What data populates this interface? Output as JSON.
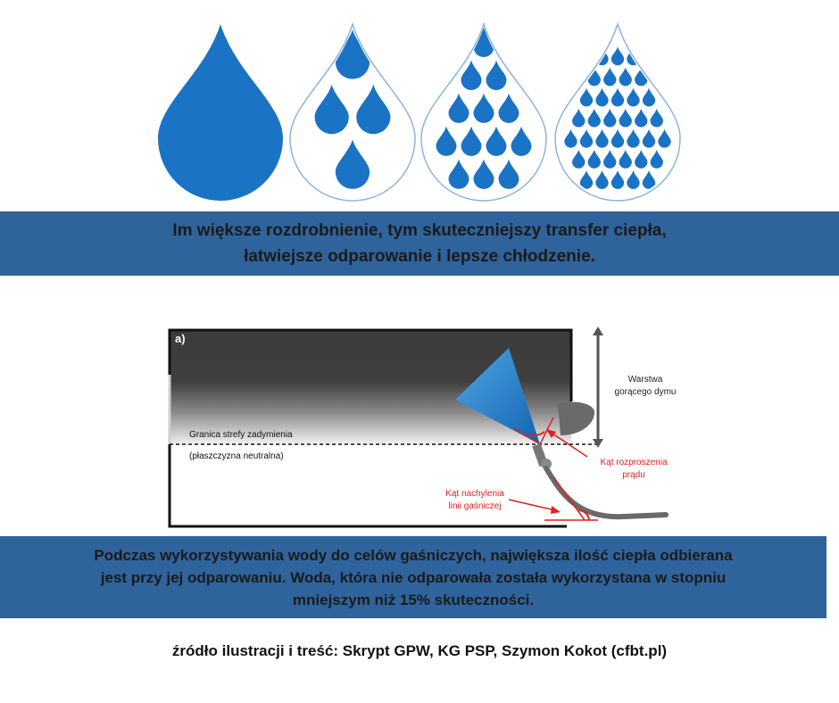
{
  "band_top": {
    "line1": "Im większe rozdrobnienie, tym skuteczniejszy transfer ciepła,",
    "line2": "łatwiejsze odparowanie i lepsze chłodzenie."
  },
  "diagram": {
    "panel_label": "a)",
    "smoke_layer_label_1": "Warstwa",
    "smoke_layer_label_2": "gorącego dymu",
    "boundary_label": "Granica strefy zadymienia",
    "neutral_plane_label": "(płaszczyzna neutralna)",
    "spray_angle_label_1": "Kąt rozproszenia",
    "spray_angle_label_2": "prądu",
    "hose_angle_label_1": "Kąt nachylenia",
    "hose_angle_label_2": "linii gaśniczej"
  },
  "band_bottom": {
    "line1": "Podczas wykorzystywania wody do celów gaśniczych, największa ilość ciepła odbierana",
    "line2": "jest przy jej odparowaniu. Woda, która nie odparowała została wykorzystana w stopniu",
    "line3": "mniejszym niż 15% skuteczności."
  },
  "source": "źródło ilustracji i treść: Skrypt GPW, KG PSP, Szymon Kokot (cfbt.pl)",
  "colors": {
    "drop_blue": "#1a73c4",
    "band_blue": "#2f639b",
    "annotation_red": "#e02020"
  },
  "drops": [
    {
      "name": "single-drop",
      "grid": 0
    },
    {
      "name": "drop-split-medium",
      "grid": 3
    },
    {
      "name": "drop-split-fine",
      "grid": 5
    },
    {
      "name": "drop-split-very-fine",
      "grid": 8
    }
  ]
}
